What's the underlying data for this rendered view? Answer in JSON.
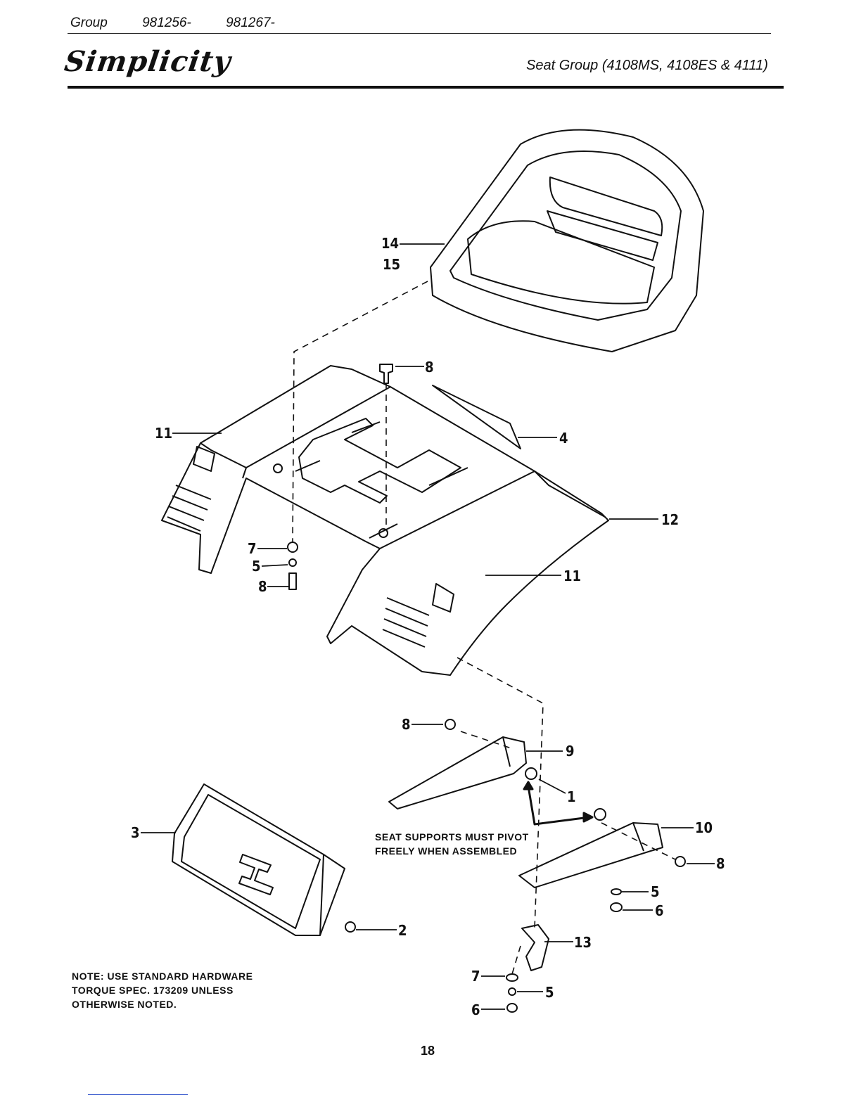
{
  "header": {
    "group_label": "Group",
    "group_numbers": [
      "981256-",
      "981267-"
    ],
    "brand": "Simplicity",
    "title": "Seat Group (4108MS, 4108ES & 4111)"
  },
  "callouts": {
    "seat_a": "14",
    "seat_b": "15",
    "bolt_top": "8",
    "decal": "4",
    "fender_left": "11",
    "fender_right_top": "12",
    "fender_right": "11",
    "washer_left": "7",
    "lockwasher_left": "5",
    "bolt_left": "8",
    "bolt_support": "8",
    "support_upper": "9",
    "pivot": "1",
    "support_lower": "10",
    "bolt_support_lower": "8",
    "lockwasher_right": "5",
    "nut_right": "6",
    "emblem": "3",
    "screw_emblem": "2",
    "bracket": "13",
    "washer_bottom": "7",
    "lockwasher_bottom": "5",
    "nut_bottom": "6"
  },
  "notes": {
    "pivot_warning": "SEAT SUPPORTS MUST PIVOT FREELY WHEN ASSEMBLED",
    "hardware_note": "NOTE: USE STANDARD HARDWARE TORQUE SPEC. 173209 UNLESS OTHERWISE NOTED."
  },
  "page_number": "18"
}
